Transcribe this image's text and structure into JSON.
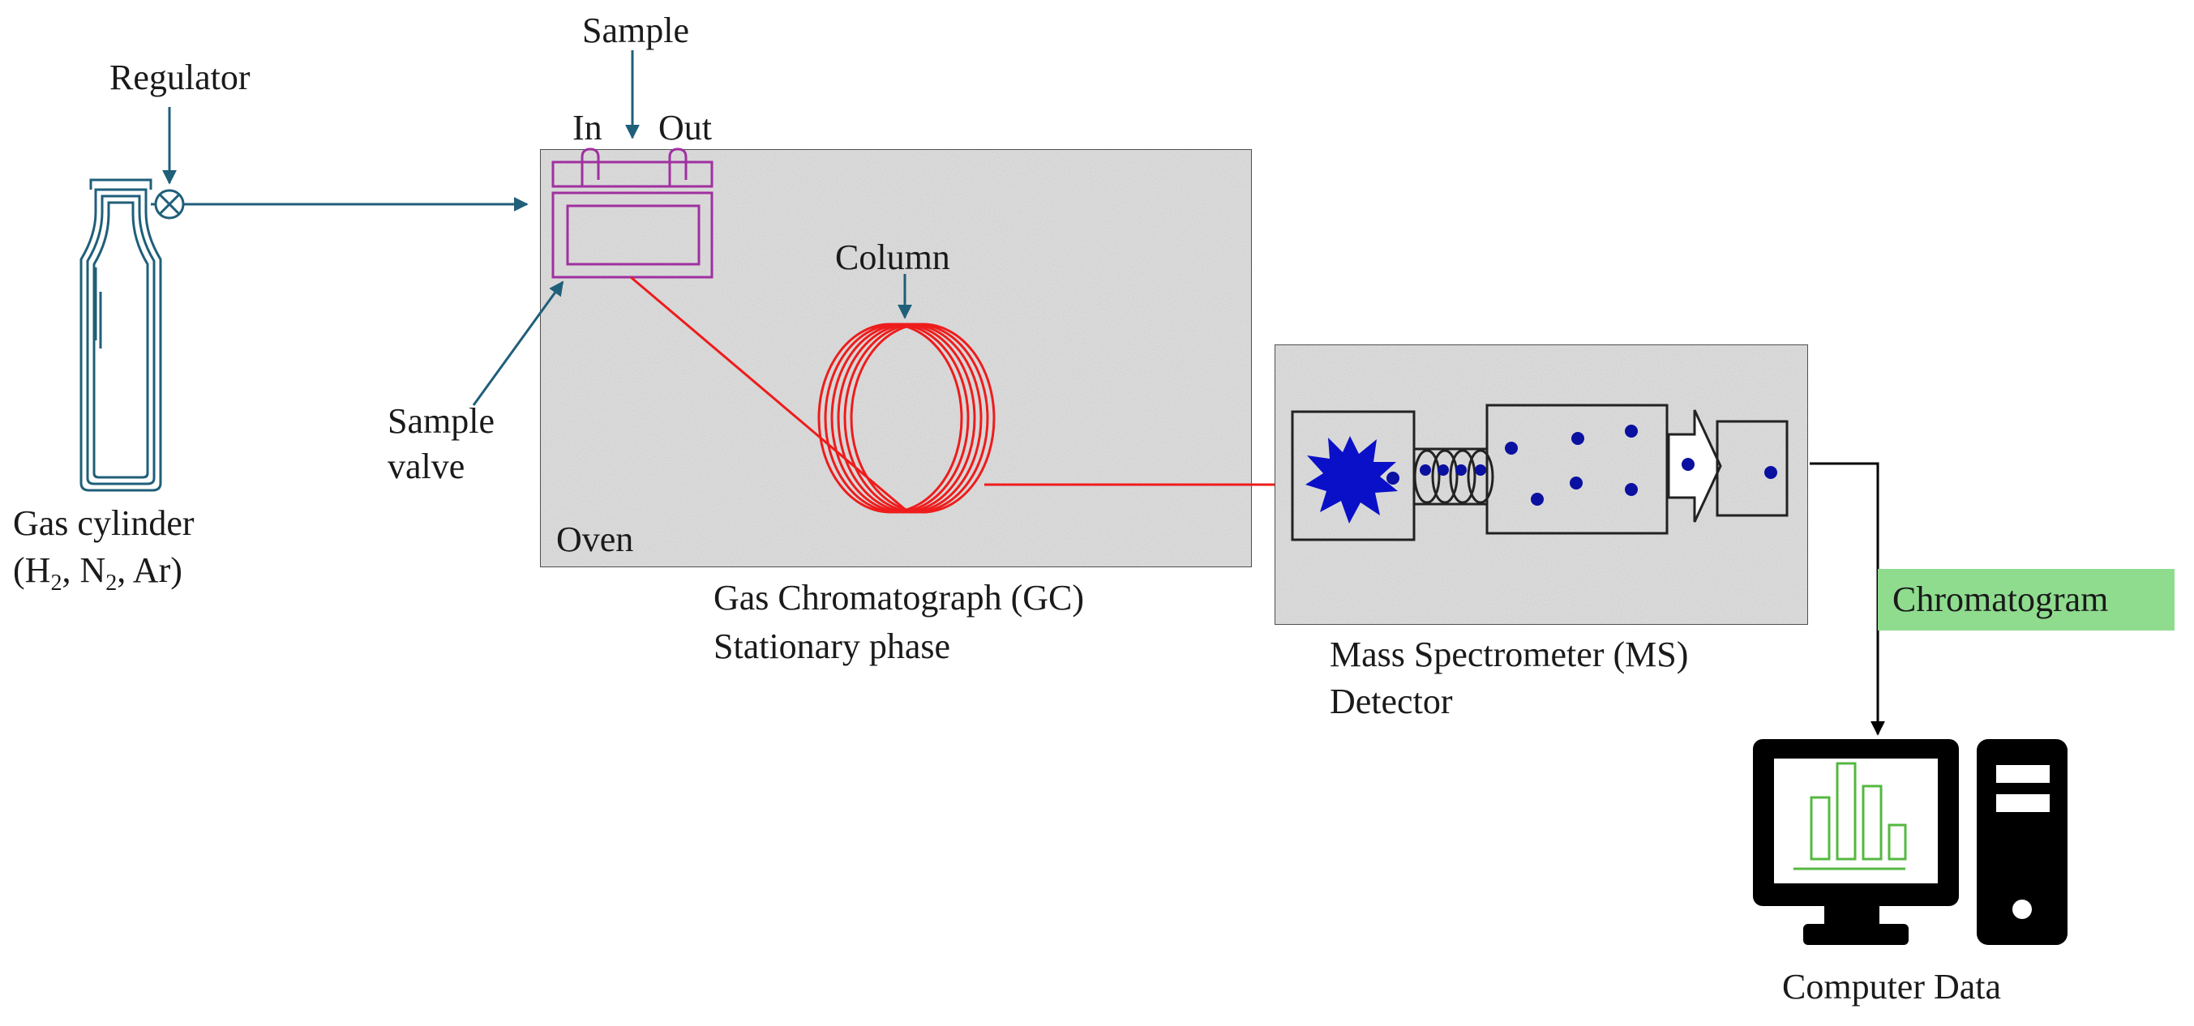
{
  "labels": {
    "regulator": "Regulator",
    "sample": "Sample",
    "in": "In",
    "out": "Out",
    "column": "Column",
    "sample_valve_line1": "Sample",
    "sample_valve_line2": "valve",
    "oven": "Oven",
    "gas_cylinder_line1": "Gas cylinder",
    "gas_cylinder_line2": {
      "open": "(H",
      "h_sub": "2",
      "mid": ", N",
      "n_sub": "2",
      "close": ", Ar)"
    },
    "gc_line1": "Gas Chromatograph (GC)",
    "gc_line2": "Stationary phase",
    "ms_line1": "Mass Spectrometer (MS)",
    "ms_line2": "Detector",
    "chromatogram": "Chromatogram",
    "computer": "Computer Data"
  },
  "colors": {
    "gas_line": "#1f5f7a",
    "column_tube": "#ee1c1c",
    "sample_valve": "#a030a0",
    "ion_source": "#0a10c8",
    "ion_dot": "#0a10a0",
    "chromatogram_badge": "#8fdc8f",
    "screen_chart": "#55b840",
    "panel_fill": "#e6e6e6",
    "panel_border": "#555555",
    "computer": "#000000"
  },
  "icons": {
    "cylinder": "gas-cylinder-icon",
    "regulator": "regulator-valve-icon",
    "computer": "computer-monitor-icon",
    "tower": "computer-tower-icon",
    "ion_source": "ion-burst-icon"
  }
}
